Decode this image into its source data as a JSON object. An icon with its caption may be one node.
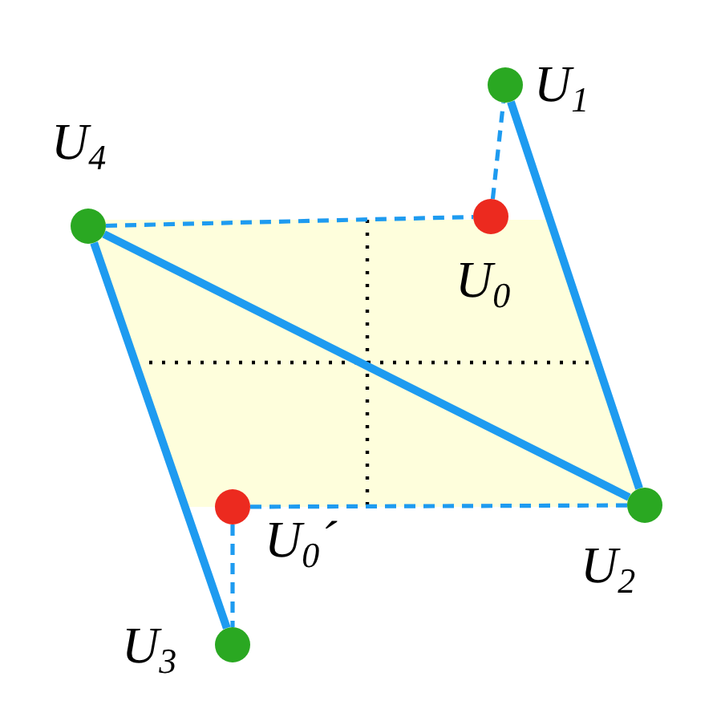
{
  "diagram": {
    "nodes": [
      {
        "text": [],
        "shape": "circle",
        "beside": [
          "U$_{1}$"
        ]
      },
      {
        "text": [],
        "shape": "circle",
        "beside": [
          "U$_{0}$"
        ]
      },
      {
        "text": [],
        "shape": "circle",
        "beside": [
          "U$_{4}$"
        ]
      },
      {
        "text": [],
        "shape": "circle",
        "beside": [
          "U$_{2}$"
        ]
      },
      {
        "text": [],
        "shape": "circle",
        "beside": [
          "U$_{0}$´"
        ]
      },
      {
        "text": [],
        "shape": "circle",
        "beside": [
          "U$_{3}$"
        ]
      }
    ],
    "edges": [
      {
        "from": 0,
        "to": 3,
        "arrow": "none",
        "style": "thick"
      },
      {
        "from": 2,
        "to": 3,
        "arrow": "none",
        "style": "thick"
      },
      {
        "from": 2,
        "to": 5,
        "arrow": "none",
        "style": "thick"
      },
      {
        "from": 2,
        "to": 1,
        "arrow": "none",
        "style": "dashed"
      },
      {
        "from": 1,
        "to": 0,
        "arrow": "none",
        "style": "dashed"
      },
      {
        "from": 4,
        "to": 3,
        "arrow": "none",
        "style": "dashed"
      },
      {
        "from": 4,
        "to": 5,
        "arrow": "none",
        "style": "dashed"
      }
    ]
  }
}
